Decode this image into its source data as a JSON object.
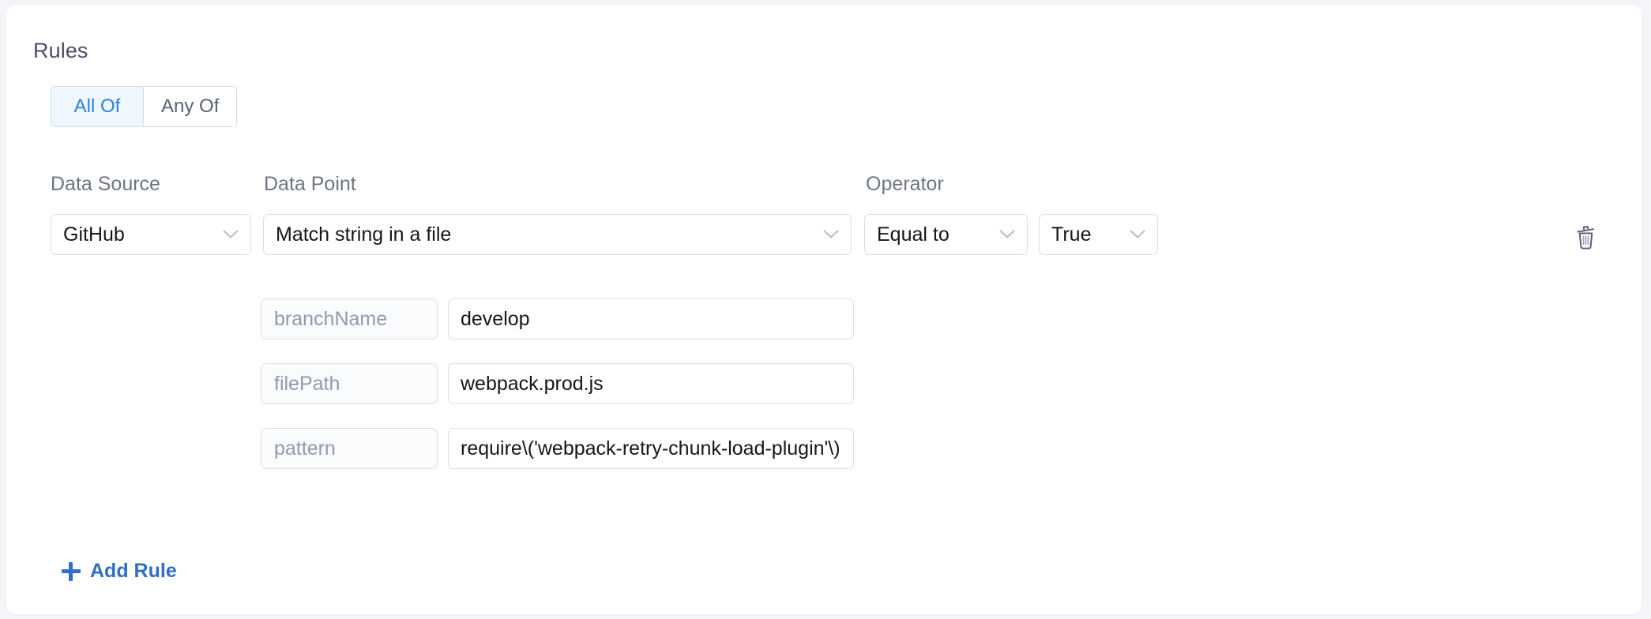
{
  "section": {
    "title": "Rules"
  },
  "match_mode": {
    "options": [
      {
        "label": "All Of",
        "selected": true
      },
      {
        "label": "Any Of",
        "selected": false
      }
    ]
  },
  "columns": {
    "data_source_label": "Data Source",
    "data_point_label": "Data Point",
    "operator_label": "Operator"
  },
  "rule": {
    "data_source": "GitHub",
    "data_point": "Match string in a file",
    "operator": "Equal to",
    "operand": "True",
    "delete_icon": "trash-icon",
    "chevron_icon": "chevron-down-icon",
    "parameters": [
      {
        "name": "branchName",
        "value": "develop"
      },
      {
        "name": "filePath",
        "value": "webpack.prod.js"
      },
      {
        "name": "pattern",
        "value": "require\\('webpack-retry-chunk-load-plugin'\\)"
      }
    ]
  },
  "actions": {
    "add_rule_label": "Add Rule",
    "add_rule_icon": "plus-icon"
  },
  "colors": {
    "accent": "#2f7fe0",
    "accent_link": "#2f6fc4",
    "active_tab_bg": "#eef7fd",
    "border": "#dcdde7",
    "label_text": "#6e7486",
    "placeholder_text": "#9399ab",
    "page_bg": "#f4f5f8",
    "card_bg": "#ffffff"
  }
}
